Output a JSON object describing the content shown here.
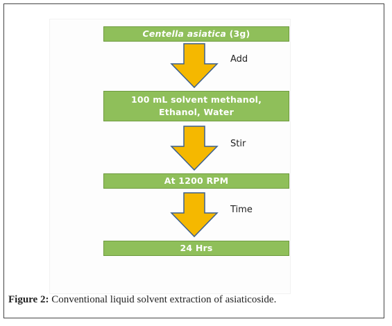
{
  "steps": {
    "s1_italic": "Centella asiatica",
    "s1_rest": " (3g)",
    "s2_line1": "100 mL solvent methanol,",
    "s2_line2": "Ethanol, Water",
    "s3": "At 1200 RPM",
    "s4": "24 Hrs"
  },
  "actions": [
    "Add",
    "Stir",
    "Time"
  ],
  "caption": {
    "label": "Figure 2:",
    "text": " Conventional liquid solvent extraction of asiaticoside."
  },
  "colors": {
    "box_fill": "#8fbf5a",
    "arrow_fill": "#f5b800",
    "arrow_stroke": "#3b5f8f"
  }
}
